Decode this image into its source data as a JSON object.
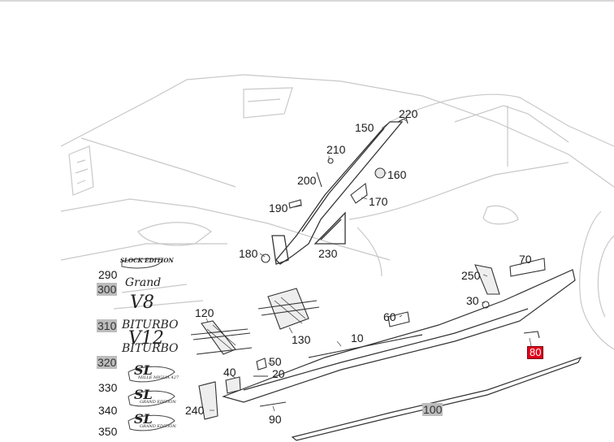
{
  "diagram": {
    "callouts": [
      "290",
      "300",
      "310",
      "320",
      "330",
      "340",
      "350",
      "120",
      "130",
      "40",
      "50",
      "20",
      "240",
      "90",
      "10",
      "100",
      "60",
      "30",
      "70",
      "250",
      "80",
      "180",
      "190",
      "200",
      "210",
      "150",
      "220",
      "160",
      "170",
      "230"
    ],
    "highlighted": [
      "300",
      "310",
      "320",
      "100"
    ],
    "selected": "80",
    "emblems": {
      "e290": "SLOCK EDITION",
      "e300": "Grand",
      "e310a": "V8",
      "e310b": "BITURBO",
      "e320a": "V12",
      "e320b": "BITURBO",
      "e330a": "SL",
      "e330b": "MILLE MIGLIA 427",
      "e340a": "SL",
      "e340b": "GRAND EDITION",
      "e350a": "SL",
      "e350b": "GRAND EDITION"
    },
    "colors": {
      "highlight": "#bdbdbd",
      "selected": "#e0001a",
      "ghost": "#c8c8c8",
      "part": "#333333"
    }
  }
}
